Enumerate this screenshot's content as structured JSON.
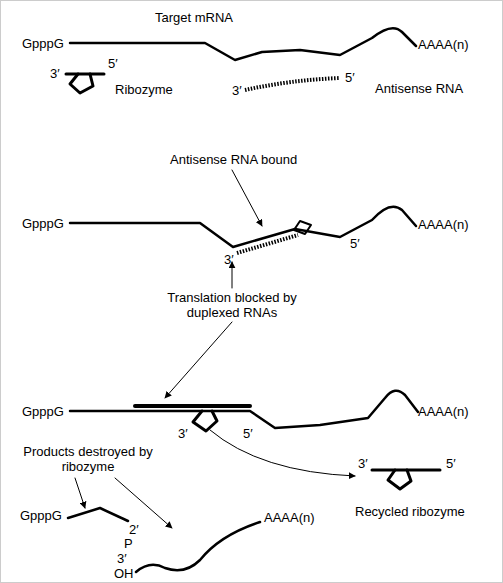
{
  "diagram": {
    "labels": [
      "Target mRNA",
      "GpppG",
      "AAAA(n)",
      "5′",
      "3′",
      "Ribozyme",
      "3′",
      "5′",
      "Antisense RNA",
      "Antisense RNA bound",
      "GpppG",
      "AAAA(n)",
      "3′",
      "5′",
      "Translation blocked by duplexed RNAs",
      "GpppG",
      "3′",
      "5′",
      "AAAA(n)",
      "Products destroyed by ribozyme",
      "3′",
      "5′",
      "Recycled ribozyme",
      "GpppG",
      "2′",
      "P",
      "3′",
      "OH",
      "AAAA(n)"
    ]
  }
}
